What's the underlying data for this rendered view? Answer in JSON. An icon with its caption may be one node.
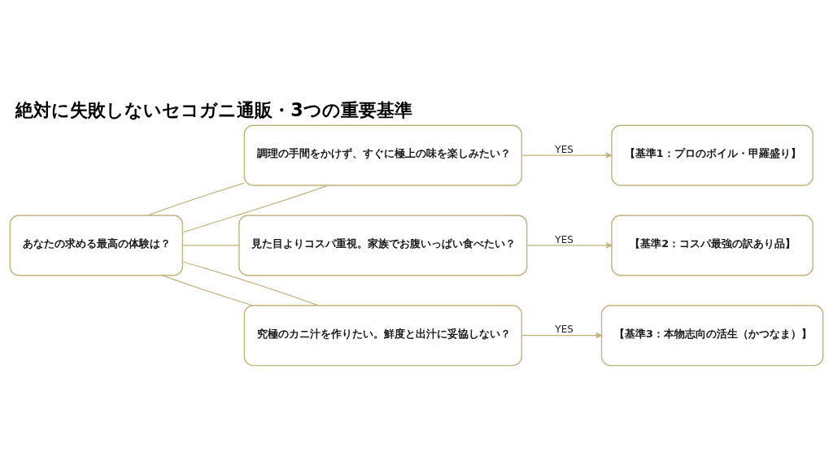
{
  "diagram": {
    "title": "絶対に失敗しないセコガニ通販・3つの重要基準",
    "nodes": [
      {
        "text": [
          "あなたの求める最高の体験は？"
        ]
      },
      {
        "text": [
          "調理の手間をかけず、すぐに極上の味を楽しみたい？"
        ]
      },
      {
        "text": [
          "見た目よりコスパ重視。家族でお腹いっぱい食べたい？"
        ]
      },
      {
        "text": [
          "究極のカニ汁を作りたい。鮮度と出汁に妥協しない？"
        ]
      },
      {
        "text": [
          "【基準1：プロのボイル・甲羅盛り】"
        ]
      },
      {
        "text": [
          "【基準2：コスパ最強の訳あり品】"
        ]
      },
      {
        "text": [
          "【基準3：本物志向の活生（かつなま）】"
        ]
      }
    ],
    "edges": [
      {
        "from": 0,
        "to": 1,
        "arrow": "none"
      },
      {
        "from": 0,
        "to": 1,
        "arrow": "none"
      },
      {
        "from": 0,
        "to": 2,
        "arrow": "none"
      },
      {
        "from": 0,
        "to": 3,
        "arrow": "none"
      },
      {
        "from": 0,
        "to": 3,
        "arrow": "none"
      },
      {
        "from": 1,
        "to": 4,
        "label": "YES",
        "arrow": "to"
      },
      {
        "from": 2,
        "to": 5,
        "label": "YES",
        "arrow": "to"
      },
      {
        "from": 3,
        "to": 6,
        "label": "YES",
        "arrow": "to"
      }
    ]
  }
}
